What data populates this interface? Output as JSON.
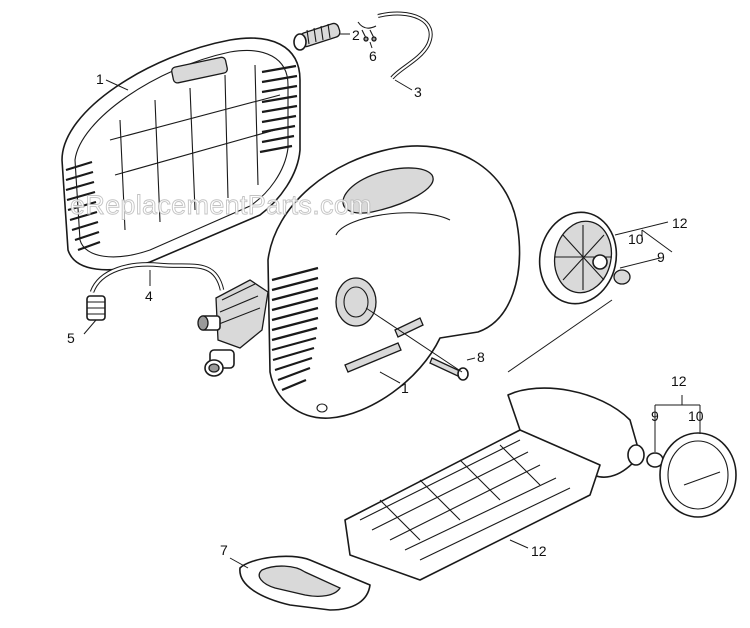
{
  "watermark": "eReplacementParts.com",
  "callouts": {
    "c1a": "1",
    "c2": "2",
    "c6": "6",
    "c3": "3",
    "c4": "4",
    "c5": "5",
    "c1b": "1",
    "c8": "8",
    "c12a": "12",
    "c10a": "10",
    "c9a": "9",
    "c12b": "12",
    "c9b": "9",
    "c10b": "10",
    "c12c": "12",
    "c7": "7"
  },
  "icons": {
    "housing-rear": "housing-rear-half-icon",
    "housing-front": "housing-front-half-icon",
    "pump": "pump-assembly-icon",
    "wheel": "wheel-icon",
    "base": "base-frame-icon"
  }
}
